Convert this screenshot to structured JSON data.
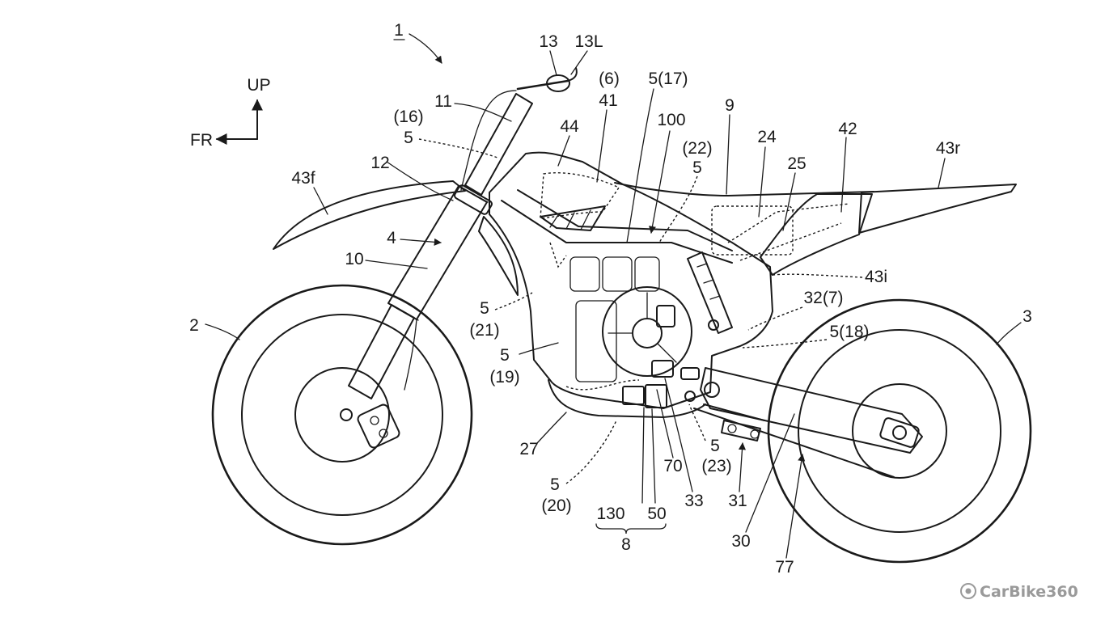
{
  "figure": {
    "ref_numeral": "1"
  },
  "directions": {
    "up": "UP",
    "front": "FR"
  },
  "callouts": [
    "13",
    "13L",
    "(6)",
    "41",
    "5(17)",
    "100",
    "9",
    "11",
    "(16)",
    "5",
    "44",
    "(22)",
    "5",
    "24",
    "42",
    "43r",
    "43f",
    "12",
    "25",
    "4",
    "10",
    "43i",
    "2",
    "5",
    "(21)",
    "32(7)",
    "3",
    "5(18)",
    "5",
    "(19)",
    "27",
    "70",
    "5",
    "(23)",
    "5",
    "(20)",
    "130",
    "50",
    "33",
    "31",
    "30",
    "77",
    "8"
  ],
  "watermark": {
    "text": "CarBike360",
    "icon": "logo-circle-icon"
  },
  "colors": {
    "line": "#1a1a1a",
    "watermark": "#9a9a9a",
    "background": "#ffffff"
  }
}
